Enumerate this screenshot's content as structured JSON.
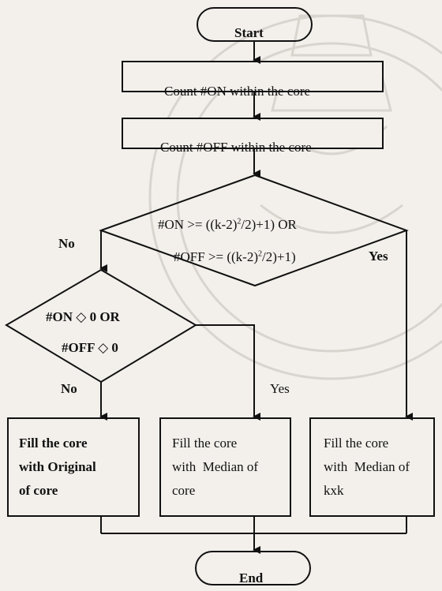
{
  "flowchart": {
    "start": "Start",
    "end": "End",
    "step1": "Count #ON within the core",
    "step2": "Count #OFF within the core",
    "decision1": {
      "line1_prefix": "#ON >= ((k-2)",
      "line1_sup": "2",
      "line1_suffix": "/2)+1) OR",
      "line2_prefix": "#OFF >= ((k-2)",
      "line2_sup": "2",
      "line2_suffix": "/2)+1)",
      "no": "No",
      "yes": "Yes"
    },
    "decision2": {
      "line1": "#ON ◇ 0  OR",
      "line2": "#OFF ◇ 0",
      "no": "No",
      "yes": "Yes"
    },
    "box_left": [
      "Fill the core",
      "with Original",
      "of core"
    ],
    "box_mid": [
      "Fill the core",
      "with  Median of",
      "core"
    ],
    "box_right": [
      "Fill the core",
      "with  Median of",
      "kxk"
    ]
  },
  "colors": {
    "line": "#111111",
    "background": "#f3f0ec",
    "watermark": "#d8d4ce"
  }
}
